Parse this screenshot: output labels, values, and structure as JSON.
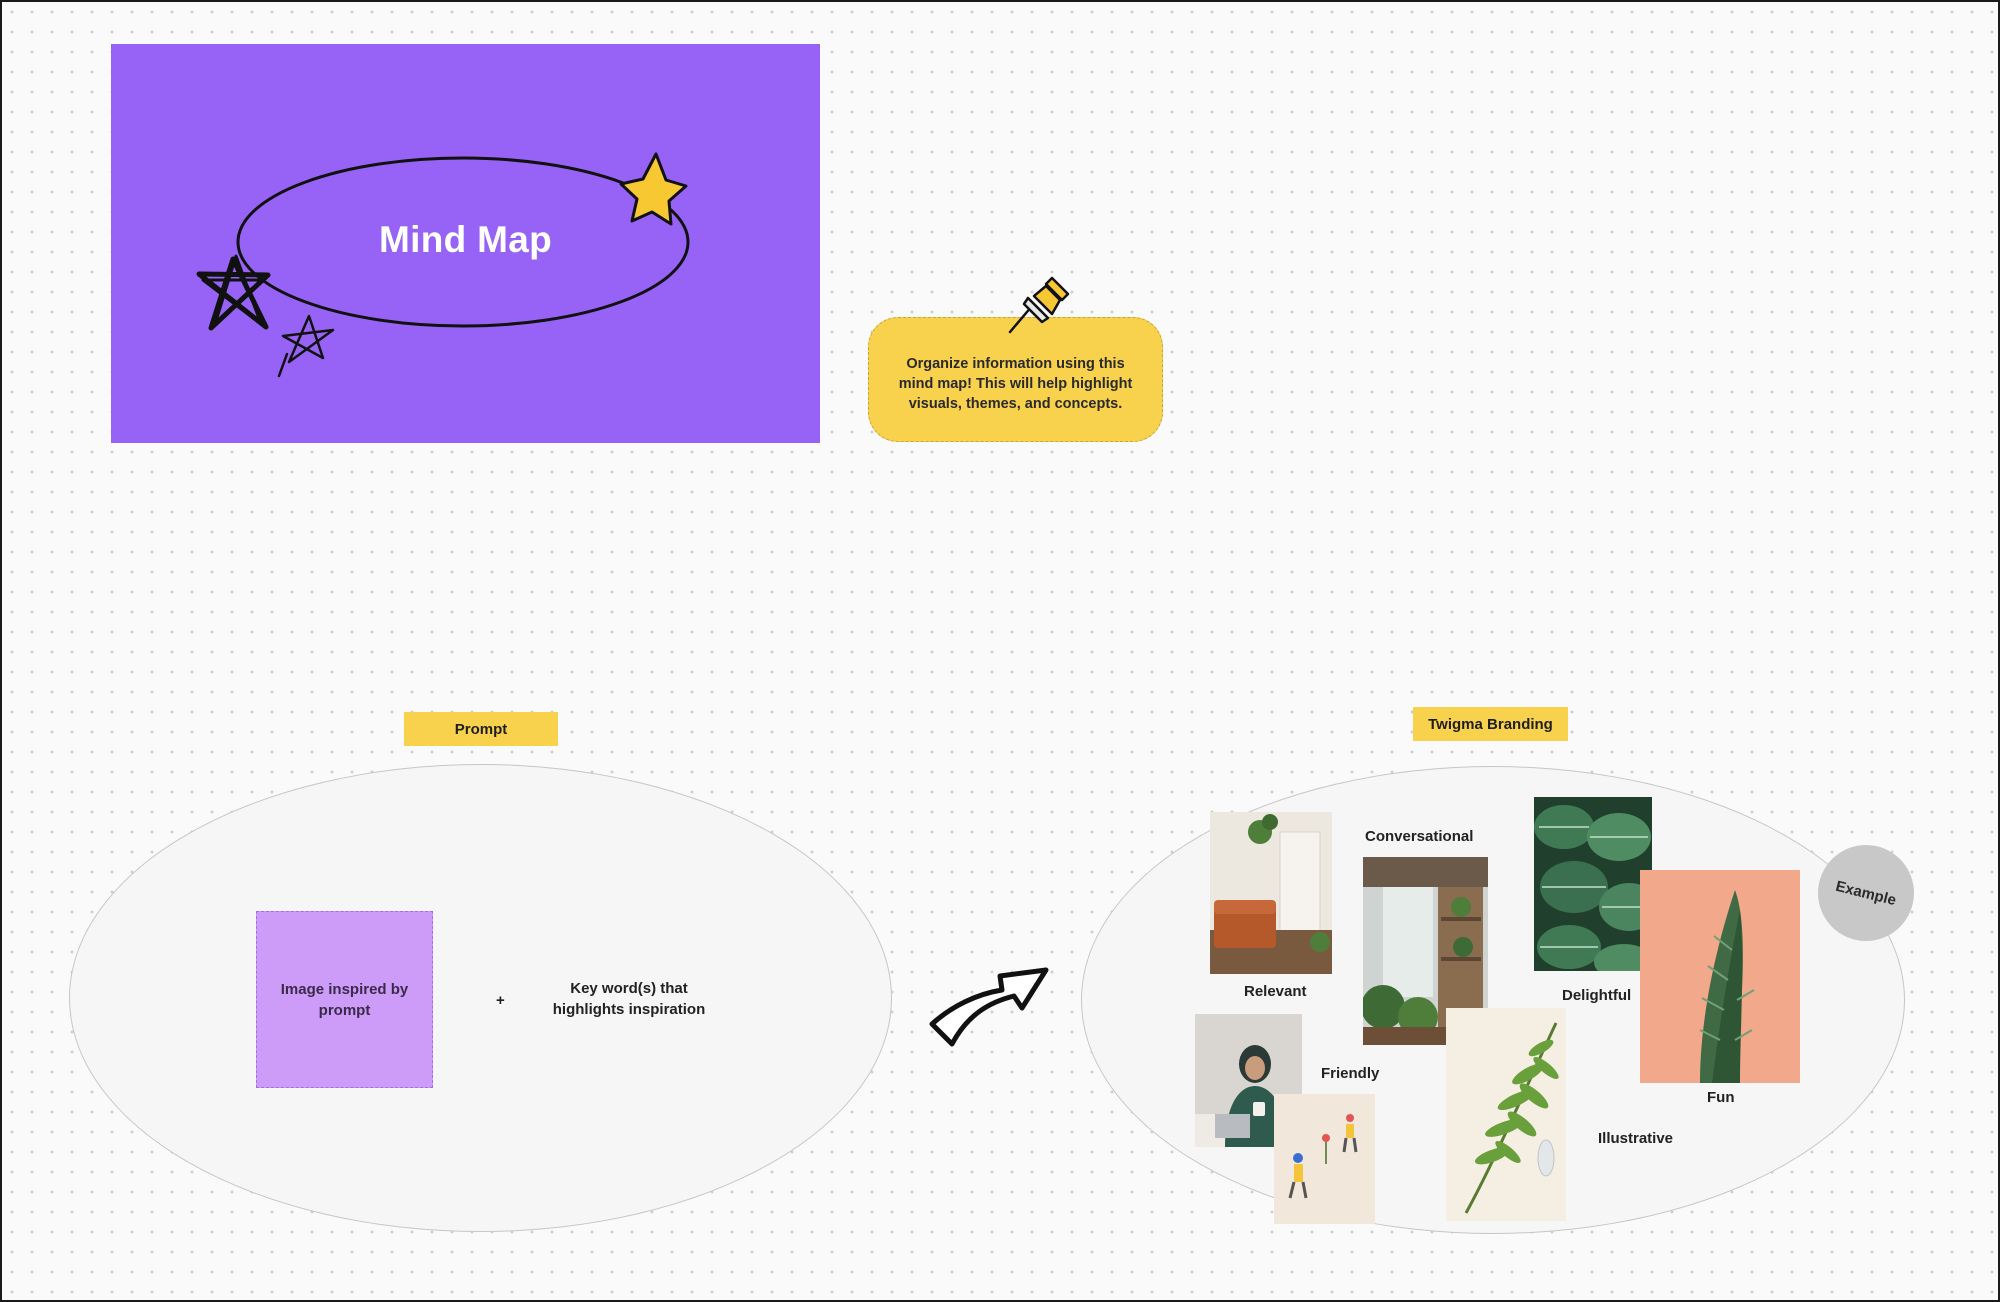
{
  "board": {
    "title": "Mind Map",
    "tip": "Organize information using this mind map! This will help highlight visuals, themes, and concepts."
  },
  "prompt_section": {
    "tag": "Prompt",
    "image_placeholder": "Image inspired by prompt",
    "plus": "+",
    "keywords": "Key word(s) that highlights inspiration"
  },
  "branding_section": {
    "tag": "Twigma Branding",
    "example_badge": "Example",
    "labels": {
      "relevant": "Relevant",
      "conversational": "Conversational",
      "delightful": "Delightful",
      "friendly": "Friendly",
      "fun": "Fun",
      "illustrative": "Illustrative"
    }
  },
  "colors": {
    "title_card": "#9763f6",
    "sticky_yellow": "#f8d14d",
    "placeholder_purple": "#cd9cf8",
    "ellipse_fill": "#f6f6f6"
  },
  "icons": [
    "star-icon",
    "scribble-star-icon",
    "pushpin-icon",
    "curved-arrow-icon"
  ]
}
